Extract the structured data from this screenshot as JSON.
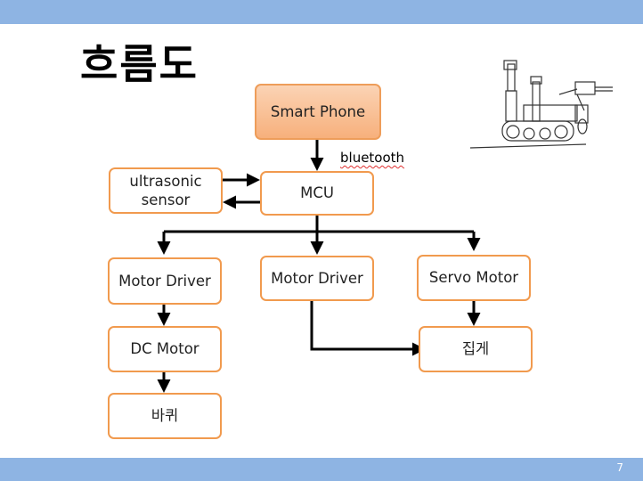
{
  "slide": {
    "title": "흐름도",
    "page_number": "7"
  },
  "nodes": {
    "smart_phone": "Smart Phone",
    "mcu": "MCU",
    "ultrasonic_sensor": "ultrasonic\nsensor",
    "motor_driver_left": "Motor Driver",
    "motor_driver_center": "Motor Driver",
    "servo_motor": "Servo Motor",
    "dc_motor": "DC Motor",
    "wheel": "바퀴",
    "gripper": "집게"
  },
  "edge_labels": {
    "bluetooth": "bluetooth"
  },
  "colors": {
    "node_border": "#f19a4e",
    "phone_fill": "#f7b07c",
    "header_bar": "#8eb4e3",
    "arrow": "#000000"
  }
}
